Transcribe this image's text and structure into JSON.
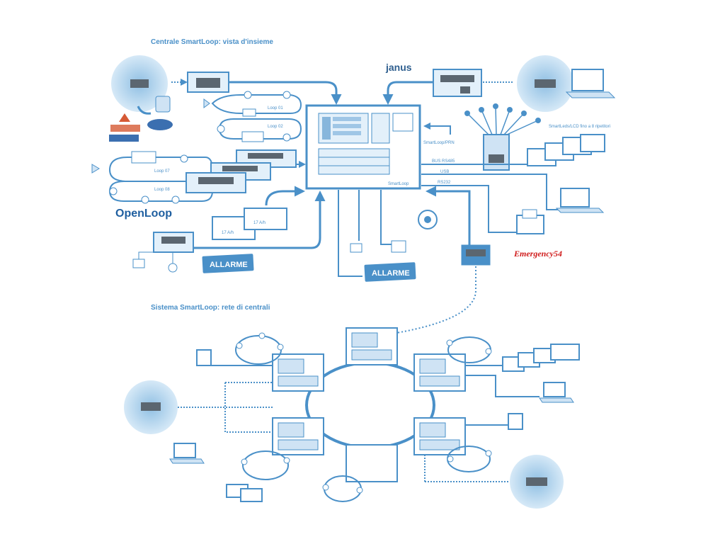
{
  "titles": {
    "overview": "Centrale SmartLoop: vista d'insieme",
    "network": "Sistema SmartLoop: rete di centrali"
  },
  "logos": {
    "janus": "janus",
    "openloop": "OpenLoop",
    "emergency": "Emergency54"
  },
  "labels": {
    "loop01": "Loop 01",
    "loop02": "Loop 02",
    "loop07": "Loop 07",
    "loop08": "Loop 08",
    "smartloop_prn": "SmartLoop/PRN",
    "bus_rs485": "BUS RS485",
    "usb": "USB",
    "rs232": "RS232",
    "smartleds": "SmartLeds/LCD\nfino a 8 ripetitori",
    "battery_small": "17 A/h",
    "battery_large": "17 A/h",
    "allarme": "ALLARME",
    "panel_brand": "SmartLoop"
  },
  "colors": {
    "primary": "#4a90c8",
    "light": "#cfe3f4",
    "circle": "#a9cde9",
    "dark": "#5b6670"
  }
}
